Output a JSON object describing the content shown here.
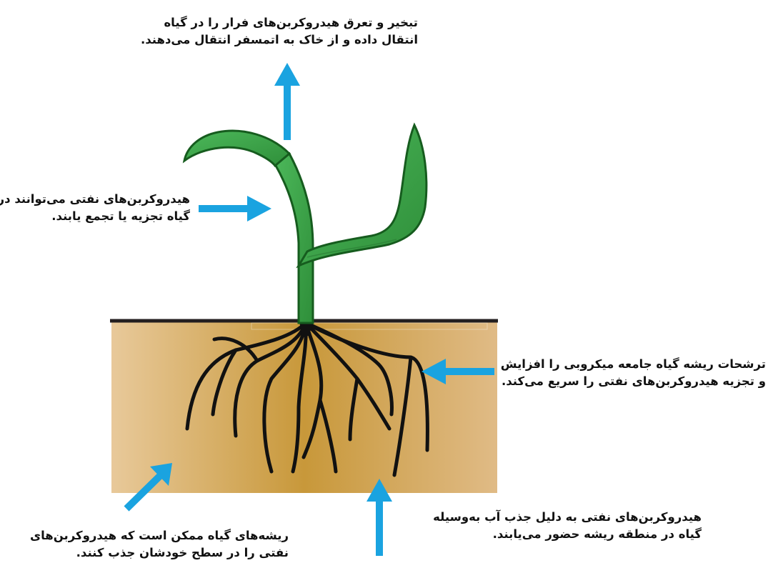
{
  "captions": {
    "transpiration": [
      "تبخیر و تعرق هیدروکربن‌های فرار را در گیاه",
      "انتقال داده و از خاک به اتمسفر انتقال می‌دهند."
    ],
    "degradation": [
      "هیدروکربن‌های نفتی می‌توانند در",
      "گیاه تجزیه یا تجمع یابند."
    ],
    "exudates": [
      "ترشحات ریشه گیاه جامعه میکروبی را افزایش",
      "و تجزیه هیدروکربن‌های نفتی را سریع می‌کند."
    ],
    "root_adsorption": [
      "ریشه‌های گیاه ممکن است که هیدروکربن‌های",
      "نفتی را در سطح خودشان جذب کنند."
    ],
    "root_zone": [
      "هیدروکربن‌های نفتی به دلیل جذب آب به‌وسیله",
      "گیاه در منطقه ریشه حضور می‌یابند."
    ]
  },
  "colors": {
    "arrow": "#1aa3e0",
    "leaf": "#3ea84a",
    "leaf_outline": "#165c1e",
    "soil_light": "#e6c393",
    "soil_dark": "#c99a3c",
    "ground_line": "#231f20",
    "roots": "#111111"
  }
}
